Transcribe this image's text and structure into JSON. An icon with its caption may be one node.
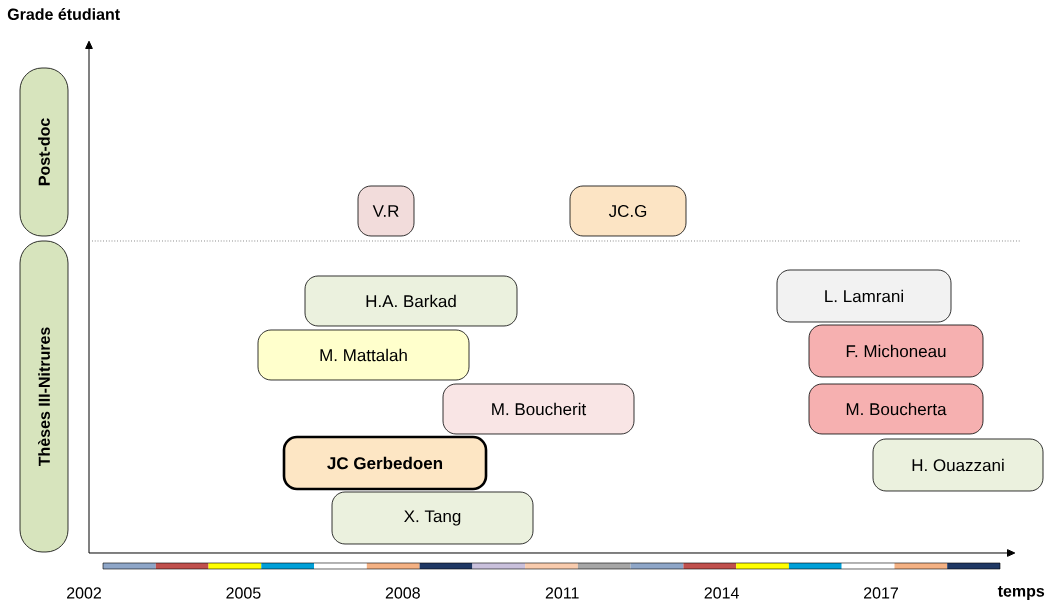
{
  "diagram": {
    "nodes": [
      {
        "text": [
          "Post-doc"
        ]
      },
      {
        "text": [
          "Thèses III-Nitrures"
        ]
      },
      {
        "text": [
          "V.R"
        ]
      },
      {
        "text": [
          "JC.G"
        ]
      },
      {
        "text": [
          "H.A. Barkad"
        ]
      },
      {
        "text": [
          "M. Mattalah"
        ]
      },
      {
        "text": [
          "M. Boucherit"
        ]
      },
      {
        "text": [
          "JC Gerbedoen"
        ]
      },
      {
        "text": [
          "X. Tang"
        ]
      },
      {
        "text": [
          "L. Lamrani"
        ]
      },
      {
        "text": [
          "F. Michoneau"
        ]
      },
      {
        "text": [
          "M. Boucherta"
        ]
      },
      {
        "text": [
          "H. Ouazzani"
        ]
      }
    ],
    "labels": [
      "Grade étudiant",
      "2002",
      "2005",
      "2008",
      "2011",
      "2014",
      "2017",
      "temps"
    ]
  }
}
